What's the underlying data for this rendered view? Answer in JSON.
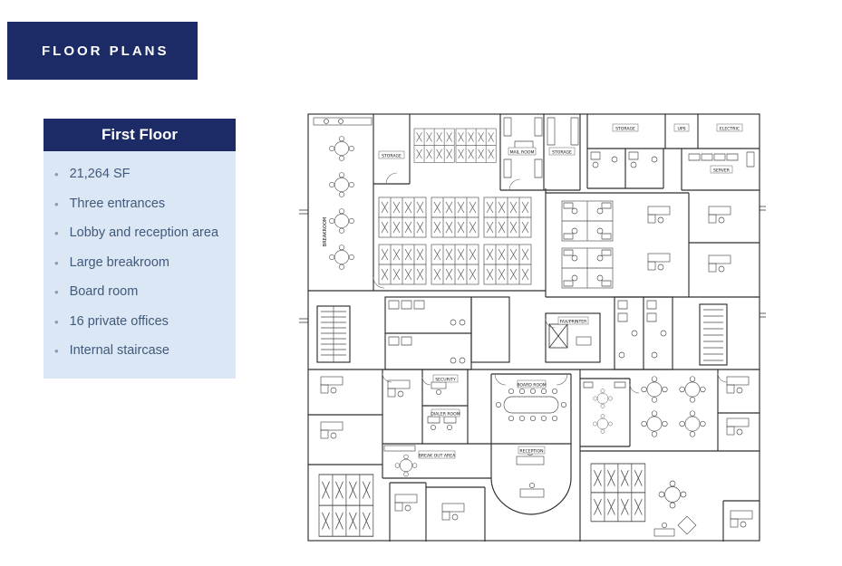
{
  "colors": {
    "accent_navy": "#1c2b66",
    "panel_blue": "#dce7f5",
    "bullet_text": "#41597a",
    "drawing_line": "#2e2e2e"
  },
  "header": {
    "title": "FLOOR PLANS"
  },
  "panel": {
    "title": "First Floor",
    "bullets": [
      "21,264 SF",
      "Three entrances",
      "Lobby and reception area",
      "Large breakroom",
      "Board room",
      "16 private offices",
      "Internal staircase"
    ]
  },
  "floorplan": {
    "rooms": {
      "breakroom": "BREAKROOM",
      "storage_a": "STORAGE",
      "mail_room": "MAIL ROOM",
      "storage_b": "STORAGE",
      "storage_c": "STORAGE",
      "ups": "UPS",
      "electric": "ELECTRIC",
      "server": "SERVER",
      "fax_printer": "FAX/PRINTER",
      "security": "SECURITY",
      "dialer_room": "DIALER ROOM",
      "board_room": "BOARD ROOM",
      "reception": "RECEPTION",
      "break_out_area": "BREAK OUT AREA"
    }
  }
}
